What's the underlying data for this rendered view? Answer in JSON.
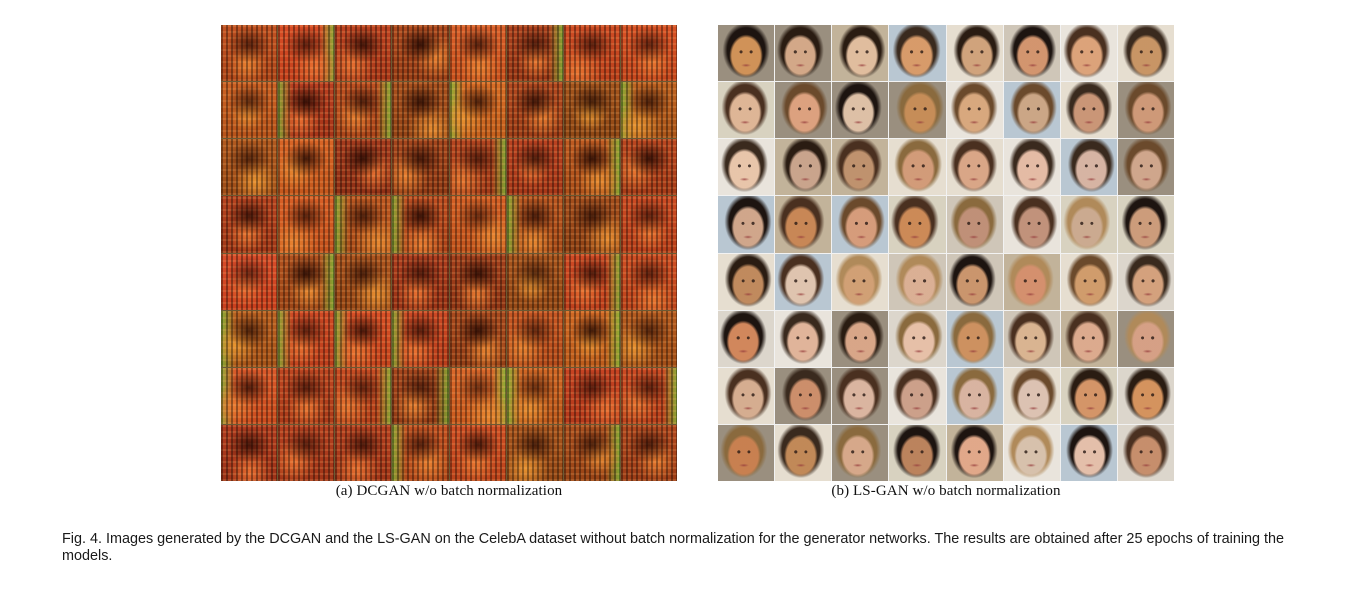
{
  "figure": {
    "panel_a": {
      "subcaption": "(a) DCGAN w/o batch normalization",
      "grid_rows": 8,
      "grid_cols": 8,
      "tile_description": "noisy generated face samples"
    },
    "panel_b": {
      "subcaption": "(b) LS-GAN w/o batch normalization",
      "grid_rows": 8,
      "grid_cols": 8,
      "tile_description": "generated face samples"
    },
    "caption": "Fig. 4. Images generated by the DCGAN and the LS-GAN on the CelebA dataset without batch normalization for the generator networks. The results are obtained after 25 epochs of training the models."
  }
}
